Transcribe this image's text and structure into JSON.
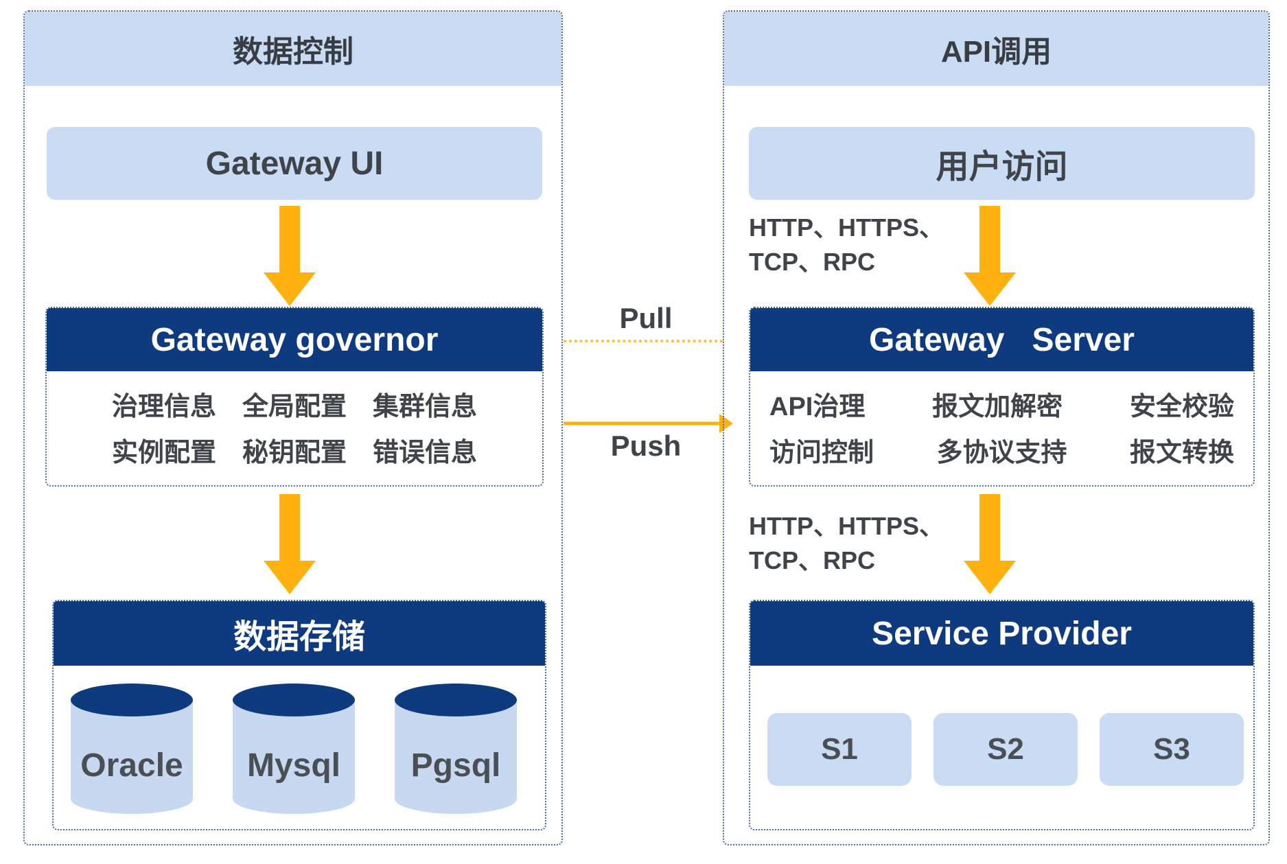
{
  "colors": {
    "navy": "#0e3a80",
    "light_blue": "#cadcf3",
    "cylinder_blue": "#c7d9f1",
    "orange": "#ffb20f",
    "pull_orange": "#ffc125",
    "border_blue": "#46689a",
    "text_dark": "#3e434a"
  },
  "left_panel": {
    "title": "数据控制",
    "gateway_ui_label": "Gateway UI",
    "governor": {
      "title": "Gateway governor",
      "row1": [
        "治理信息",
        "全局配置",
        "集群信息"
      ],
      "row2": [
        "实例配置",
        "秘钥配置",
        "错误信息"
      ]
    },
    "storage": {
      "title": "数据存储",
      "databases": [
        "Oracle",
        "Mysql",
        "Pgsql"
      ]
    }
  },
  "connections": {
    "pull_label": "Pull",
    "push_label": "Push"
  },
  "right_panel": {
    "title": "API调用",
    "user_access_label": "用户访问",
    "protocol_label_top": {
      "line1": "HTTP、HTTPS、",
      "line2": "TCP、RPC"
    },
    "gateway_server": {
      "title": "Gateway   Server",
      "row1": [
        "API治理",
        "报文加解密",
        "安全校验"
      ],
      "row2": [
        "访问控制",
        "多协议支持",
        "报文转换"
      ]
    },
    "protocol_label_bottom": {
      "line1": "HTTP、HTTPS、",
      "line2": "TCP、RPC"
    },
    "service_provider": {
      "title": "Service Provider",
      "services": [
        "S1",
        "S2",
        "S3"
      ]
    }
  }
}
